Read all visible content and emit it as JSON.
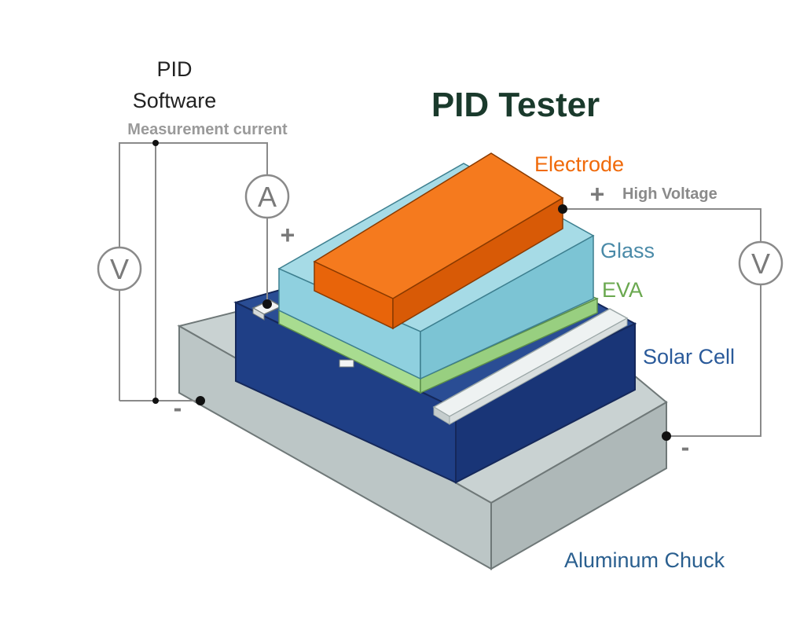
{
  "title": "PID Tester",
  "software": {
    "line1": "PID",
    "line2": "Software",
    "measurement": "Measurement current"
  },
  "meters": {
    "ammeter": "A",
    "voltmeter_left": "V",
    "voltmeter_right": "V"
  },
  "signs": {
    "plus_left": "+",
    "plus_high_voltage": "+",
    "minus_left": "-",
    "minus_right": "-"
  },
  "high_voltage_label": "High Voltage",
  "layers": {
    "electrode": "Electrode",
    "glass": "Glass",
    "eva": "EVA",
    "solar_cell": "Solar Cell",
    "aluminum_chuck": "Aluminum Chuck"
  },
  "colors": {
    "electrode": "#f06a0a",
    "glass": "#8fd0df",
    "eva": "#a8dc90",
    "solar_cell": "#1f3f86",
    "chuck": "#c7d0d0",
    "title": "#1a3a2c",
    "high_voltage": "#8a8a8a",
    "label_blue": "#2a5f8f"
  }
}
